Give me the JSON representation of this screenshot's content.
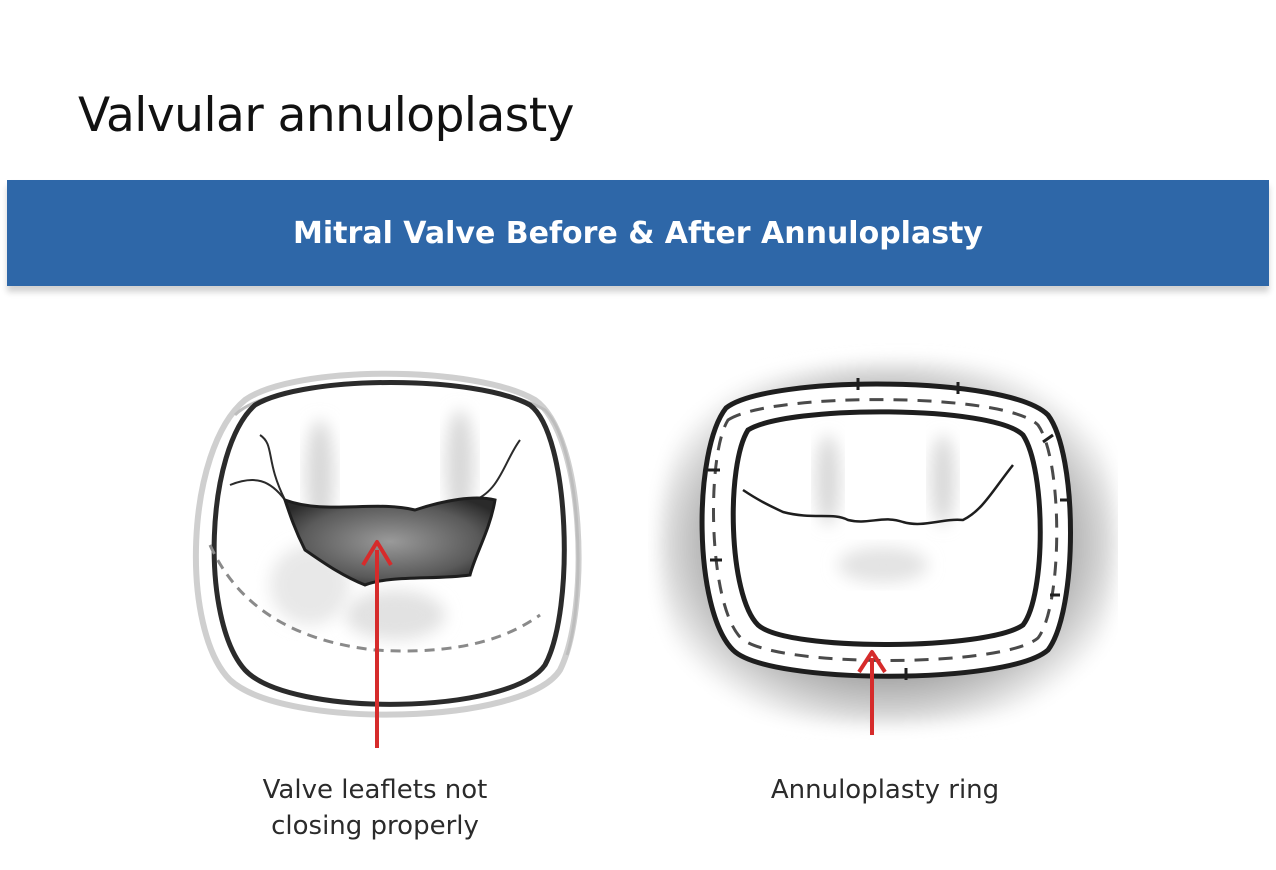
{
  "slide": {
    "title": "Valvular annuloplasty"
  },
  "banner": {
    "text": "Mitral Valve Before & After Annuloplasty",
    "color": "#2e67a8"
  },
  "panels": {
    "before": {
      "caption_line1": "Valve leaflets not",
      "caption_line2": "closing properly",
      "arrow_color": "#d62b2b"
    },
    "after": {
      "caption": "Annuloplasty ring",
      "arrow_color": "#d62b2b"
    }
  }
}
